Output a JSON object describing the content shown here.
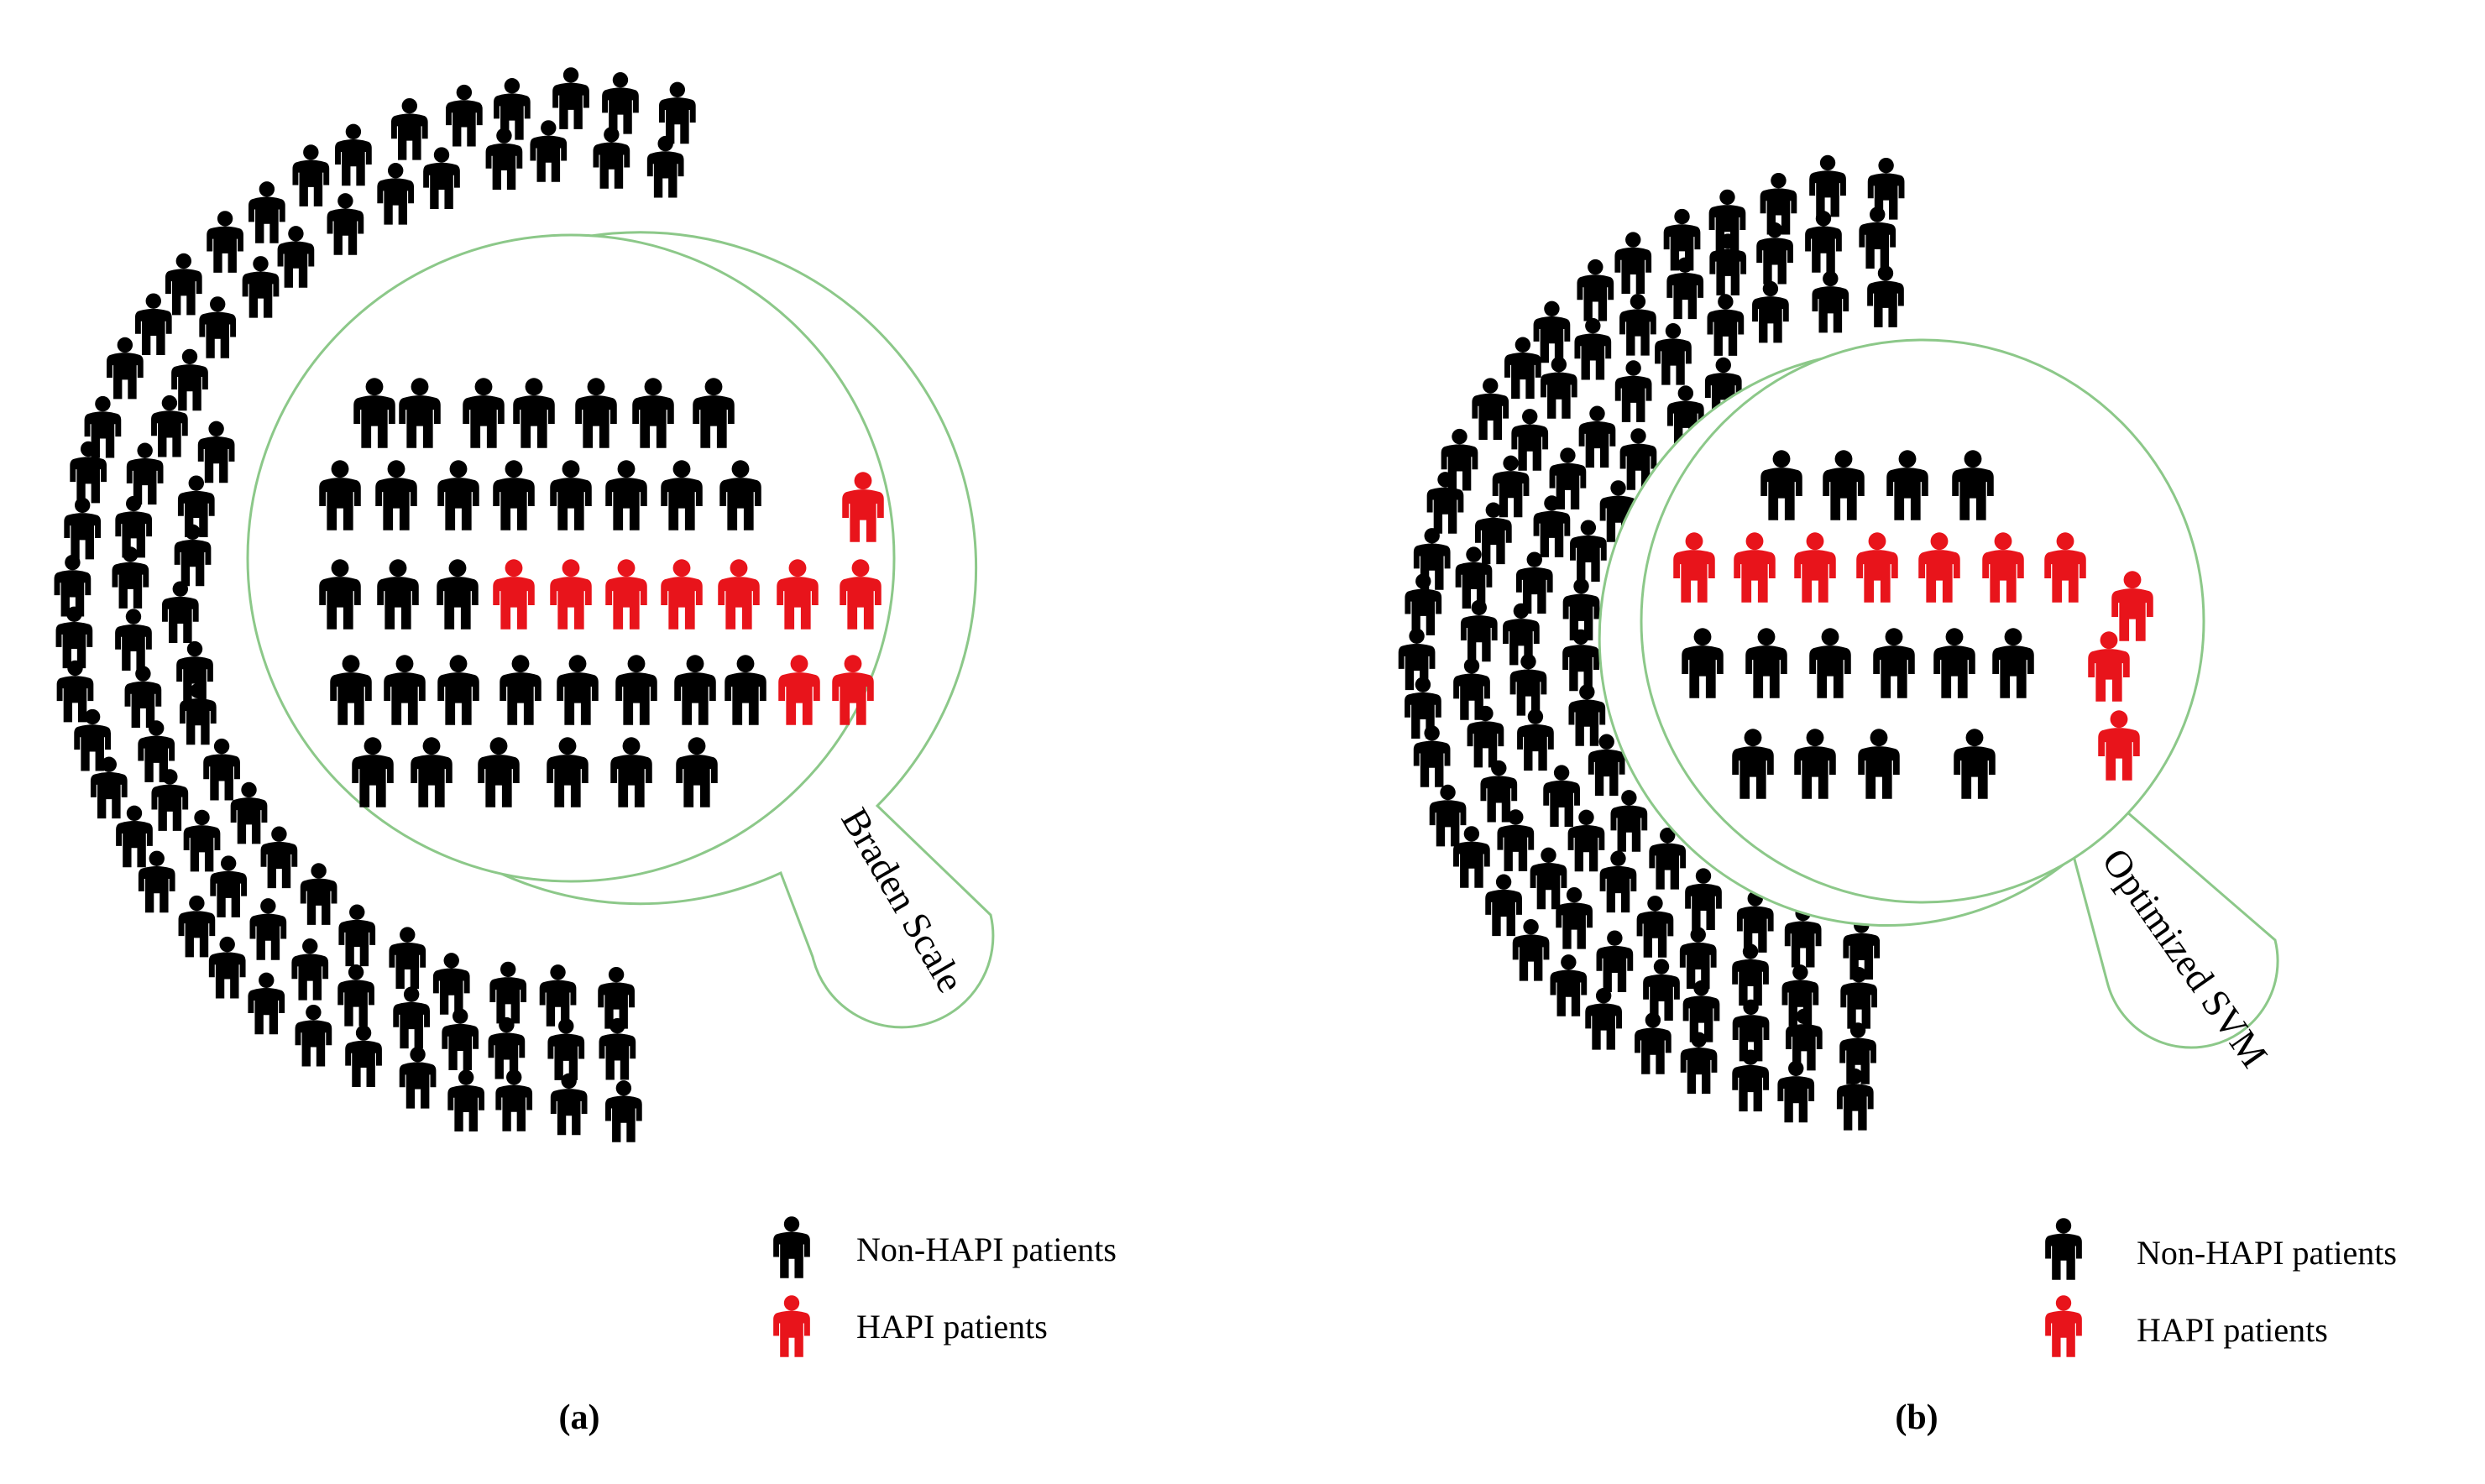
{
  "panels": [
    {
      "id": "a",
      "label": "(a)",
      "magnifier_label": "Braden Scale",
      "legend": {
        "non_hapi": "Non-HAPI patients",
        "hapi": "HAPI patients"
      }
    },
    {
      "id": "b",
      "label": "(b)",
      "magnifier_label": "Optimized SVM",
      "legend": {
        "non_hapi": "Non-HAPI patients",
        "hapi": "HAPI patients"
      }
    }
  ],
  "colors": {
    "non_hapi": "#000000",
    "hapi": "#e8141b",
    "magnifier": "#8cc889"
  },
  "icons": {
    "person": "person-icon"
  }
}
